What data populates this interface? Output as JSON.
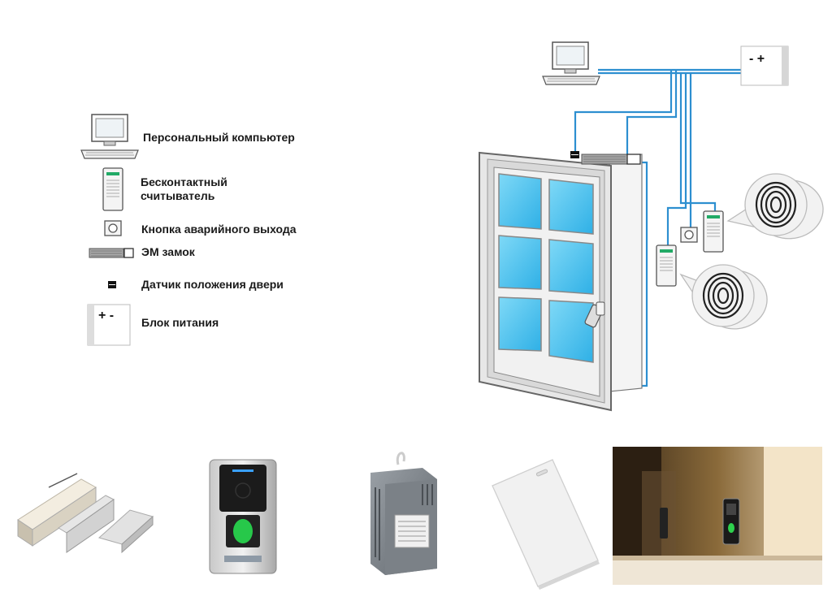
{
  "legend": {
    "items": [
      {
        "icon": "computer-icon",
        "label": "Персональный компьютер"
      },
      {
        "icon": "reader-icon",
        "label": "Бесконтактный\nсчитыватель"
      },
      {
        "icon": "exit-button-icon",
        "label": "Кнопка аварийного выхода"
      },
      {
        "icon": "em-lock-icon",
        "label": "ЭМ замок"
      },
      {
        "icon": "door-sensor-icon",
        "label": "Датчик положения двери"
      },
      {
        "icon": "power-supply-icon",
        "label": "Блок питания"
      }
    ]
  },
  "power_block_symbols": {
    "legend": "+ -",
    "diagram": "- +"
  },
  "colors": {
    "wire": "#2d8fd0",
    "glass": "#4ec3ee",
    "door_frame": "#e9e9e9",
    "fingerprint_bubble": "#f2f2f2"
  },
  "photos": [
    {
      "name": "em-lock-photo"
    },
    {
      "name": "fingerprint-reader-photo"
    },
    {
      "name": "power-supply-photo"
    },
    {
      "name": "proximity-card-photo"
    },
    {
      "name": "installed-reader-photo"
    }
  ]
}
